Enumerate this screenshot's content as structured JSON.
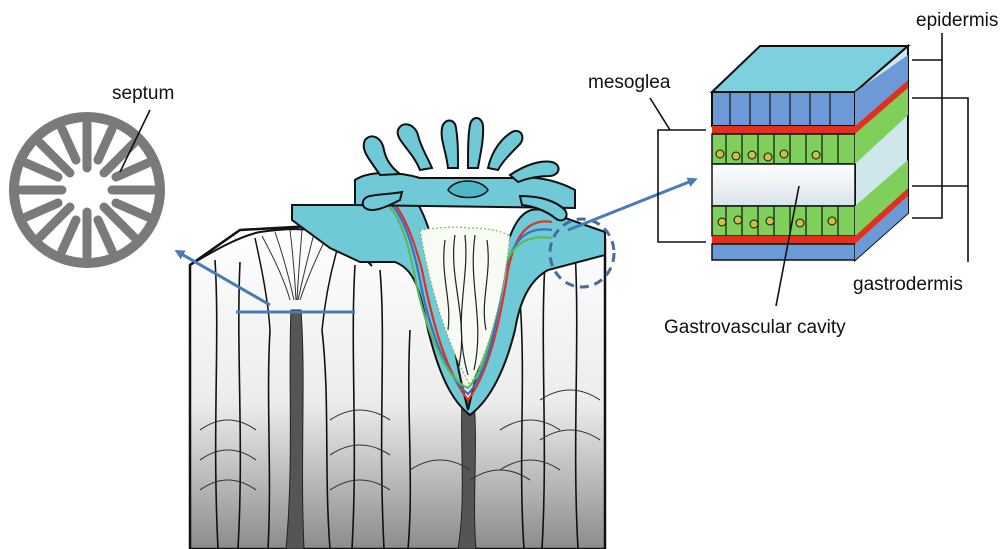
{
  "labels": {
    "septum": "septum",
    "mesoglea": "mesoglea",
    "epidermis": "epidermis",
    "gastrodermis": "gastrodermis",
    "cavity": "Gastrovascular cavity"
  },
  "colors": {
    "arrow": "#4a7ab8",
    "tissue_blue": "#6fc9d6",
    "epidermis_cells": "#6b9ad6",
    "gastrodermis_cells": "#7fd05a",
    "mesoglea_red": "#e0301e",
    "cavity": "#f2f4f6",
    "septum_ring": "#7a7a7a",
    "skeleton_shadow": "#9a9a9a"
  },
  "icons": {
    "cross_section": "septum-cross-section-icon",
    "polyp": "coral-polyp-illustration",
    "tissue_block": "tissue-layer-block-illustration"
  }
}
